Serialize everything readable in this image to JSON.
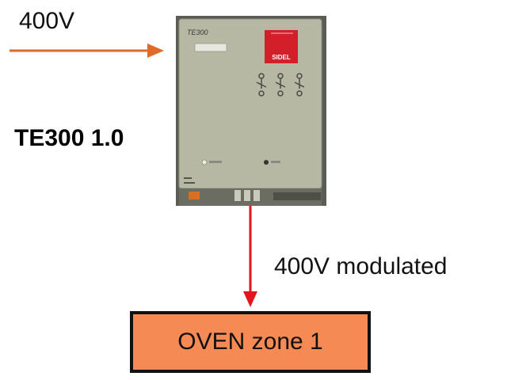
{
  "input_label": "400V",
  "device": {
    "name": "TE300 1.0",
    "front_model": "TE300",
    "brand": "SIDEL",
    "brand_color": "#d21f2a",
    "housing_color": "#b7b8a3"
  },
  "output_label": "400V modulated",
  "zone": {
    "label": "OVEN zone 1",
    "fill_color": "#f58a55"
  },
  "colors": {
    "input_arrow": "#e06a2a",
    "output_arrow": "#e3141b"
  }
}
